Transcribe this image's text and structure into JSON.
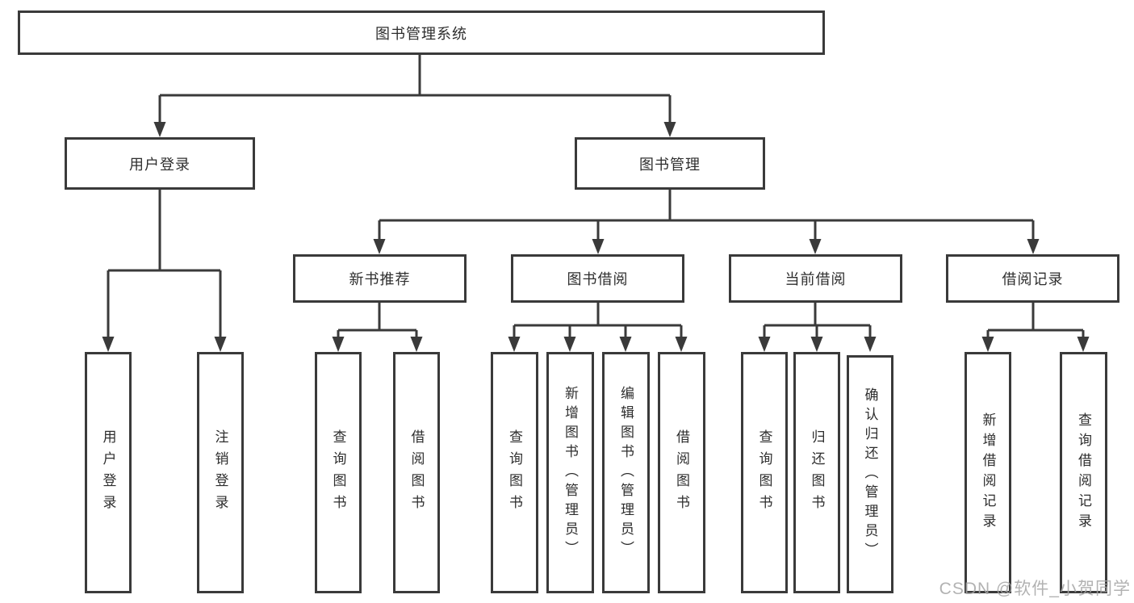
{
  "diagram": {
    "type": "hierarchy-tree",
    "title": "图书管理系统",
    "watermark": "CSDN @软件_小贺同学",
    "colors": {
      "line": "#3a3a3a",
      "border": "#3a3a3a",
      "text": "#2e2e2e",
      "background": "#ffffff",
      "watermark": "#a4a4a4"
    },
    "nodes": {
      "root": {
        "label": "图书管理系统"
      },
      "user_login": {
        "label": "用户登录"
      },
      "book_mgmt": {
        "label": "图书管理"
      },
      "new_book": {
        "label": "新书推荐"
      },
      "book_borrow": {
        "label": "图书借阅"
      },
      "current_borrow": {
        "label": "当前借阅"
      },
      "borrow_records": {
        "label": "借阅记录"
      },
      "leaf_user_login": {
        "label": "用户登录"
      },
      "leaf_logout": {
        "label": "注销登录"
      },
      "leaf_query_book_1": {
        "label": "查询图书"
      },
      "leaf_borrow_book_1": {
        "label": "借阅图书"
      },
      "leaf_query_book_2": {
        "label": "查询图书"
      },
      "leaf_add_book": {
        "label": "新增图书（管理员）"
      },
      "leaf_edit_book": {
        "label": "编辑图书（管理员）"
      },
      "leaf_borrow_book_2": {
        "label": "借阅图书"
      },
      "leaf_query_book_3": {
        "label": "查询图书"
      },
      "leaf_return_book": {
        "label": "归还图书"
      },
      "leaf_confirm_return": {
        "label": "确认归还（管理员）"
      },
      "leaf_add_record": {
        "label": "新增借阅记录"
      },
      "leaf_query_record": {
        "label": "查询借阅记录"
      }
    },
    "edges": [
      [
        "root",
        "user_login"
      ],
      [
        "root",
        "book_mgmt"
      ],
      [
        "user_login",
        "leaf_user_login"
      ],
      [
        "user_login",
        "leaf_logout"
      ],
      [
        "book_mgmt",
        "new_book"
      ],
      [
        "book_mgmt",
        "book_borrow"
      ],
      [
        "book_mgmt",
        "current_borrow"
      ],
      [
        "book_mgmt",
        "borrow_records"
      ],
      [
        "new_book",
        "leaf_query_book_1"
      ],
      [
        "new_book",
        "leaf_borrow_book_1"
      ],
      [
        "book_borrow",
        "leaf_query_book_2"
      ],
      [
        "book_borrow",
        "leaf_add_book"
      ],
      [
        "book_borrow",
        "leaf_edit_book"
      ],
      [
        "book_borrow",
        "leaf_borrow_book_2"
      ],
      [
        "current_borrow",
        "leaf_query_book_3"
      ],
      [
        "current_borrow",
        "leaf_return_book"
      ],
      [
        "current_borrow",
        "leaf_confirm_return"
      ],
      [
        "borrow_records",
        "leaf_add_record"
      ],
      [
        "borrow_records",
        "leaf_query_record"
      ]
    ]
  }
}
